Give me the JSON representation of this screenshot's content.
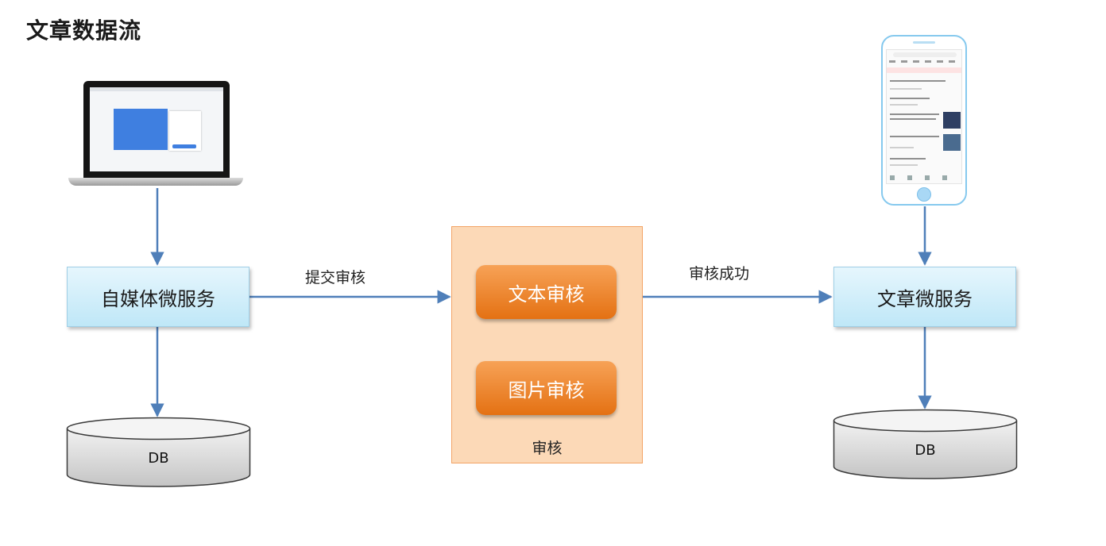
{
  "title": "文章数据流",
  "nodes": {
    "media_service": "自媒体微服务",
    "article_service": "文章微服务",
    "audit_group": {
      "label": "审核",
      "text_audit": "文本审核",
      "image_audit": "图片审核"
    },
    "db_left": "DB",
    "db_right": "DB"
  },
  "edges": {
    "submit_audit": "提交审核",
    "audit_success": "审核成功"
  },
  "colors": {
    "arrow": "#4f7fb9",
    "service_fill": "#c9ecfa",
    "audit_fill": "#fcd9b7",
    "pill_fill": "#ef8a2c",
    "db_fill": "#d9d9d9"
  },
  "icons": {
    "client_web": "laptop-icon",
    "client_app": "smartphone-icon"
  }
}
